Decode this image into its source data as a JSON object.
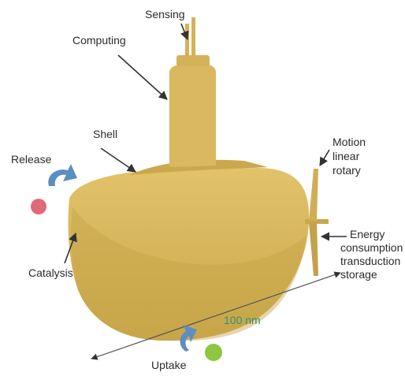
{
  "labels": {
    "sensing": "Sensing",
    "computing": "Computing",
    "shell": "Shell",
    "release": "Release",
    "motion": "Motion",
    "motion_linear": "linear",
    "motion_rotary": "rotary",
    "catalysis": "Catalysis",
    "energy": "Energy",
    "energy_consumption": "consumption",
    "energy_transduction": "transduction",
    "energy_storage": "storage",
    "scale": "100 nm",
    "uptake": "Uptake"
  },
  "colors": {
    "hull": "#d6b45a",
    "hull_shadow": "#b8953d",
    "label_text": "#2b2b2b",
    "scale_text": "#2f8f7c",
    "release_molecule": "#e06a78",
    "uptake_molecule": "#8dc63f",
    "cycle_arrow": "#5b8ec2",
    "pointer": "#333333"
  }
}
